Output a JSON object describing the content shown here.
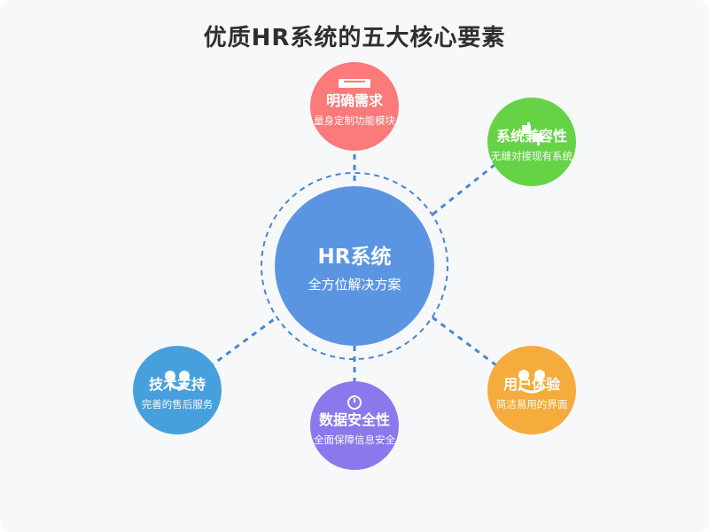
{
  "title": "优质HR系统的五大核心要素",
  "center": {
    "title": "HR系统",
    "subtitle": "全方位解决方案",
    "color": "#5b95e2"
  },
  "nodes": [
    {
      "title": "明确需求",
      "subtitle": "量身定制功能模块",
      "color": "#fc7a7a",
      "icon": "document-icon"
    },
    {
      "title": "系统兼容性",
      "subtitle": "无缝对接现有系统",
      "color": "#66d347",
      "icon": "puzzle-icon"
    },
    {
      "title": "用户体验",
      "subtitle": "简洁易用的界面",
      "color": "#f5ac3c",
      "icon": "smiley-icon"
    },
    {
      "title": "数据安全性",
      "subtitle": "全面保障信息安全",
      "color": "#8b78ed",
      "icon": "lock-icon"
    },
    {
      "title": "技术支持",
      "subtitle": "完善的售后服务",
      "color": "#47a0de",
      "icon": "headset-icon"
    }
  ]
}
